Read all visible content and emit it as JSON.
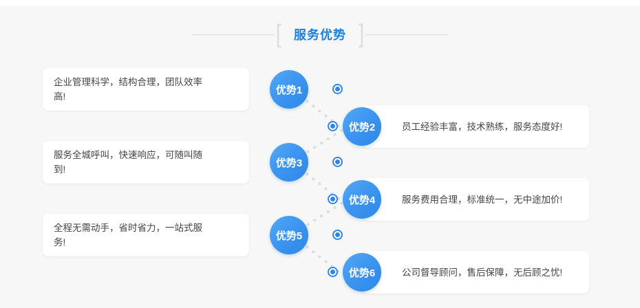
{
  "section": {
    "title": "服务优势",
    "bracket_left": "[",
    "bracket_right": "]",
    "accent_color": "#1a7fdd",
    "badge_gradient_from": "#55a8f5",
    "badge_gradient_to": "#2f86e8",
    "marker_color": "#2f86e8",
    "background_color": "#f7f7f7",
    "card_color": "#ffffff",
    "dot_line_color": "#dddddd",
    "rule_color": "#dcdcdc"
  },
  "advantages": [
    {
      "badge": "优势1",
      "text": "企业管理科学，结构合理，团队效率高!",
      "side": "left"
    },
    {
      "badge": "优势2",
      "text": "员工经验丰富，技术熟练，服务态度好!",
      "side": "right"
    },
    {
      "badge": "优势3",
      "text": "服务全城呼叫，快速响应，可随叫随到!",
      "side": "left"
    },
    {
      "badge": "优势4",
      "text": "服务费用合理，标准统一，无中途加价!",
      "side": "right"
    },
    {
      "badge": "优势5",
      "text": "全程无需动手，省时省力，一站式服务!",
      "side": "left"
    },
    {
      "badge": "优势6",
      "text": "公司督导顾问，售后保障，无后顾之忧!",
      "side": "right"
    }
  ],
  "connectors": [
    {
      "from": "优势1",
      "to": "优势2"
    },
    {
      "from": "优势3",
      "to": "优势2"
    },
    {
      "from": "优势3",
      "to": "优势4"
    },
    {
      "from": "优势5",
      "to": "优势4"
    },
    {
      "from": "优势5",
      "to": "优势6"
    }
  ]
}
